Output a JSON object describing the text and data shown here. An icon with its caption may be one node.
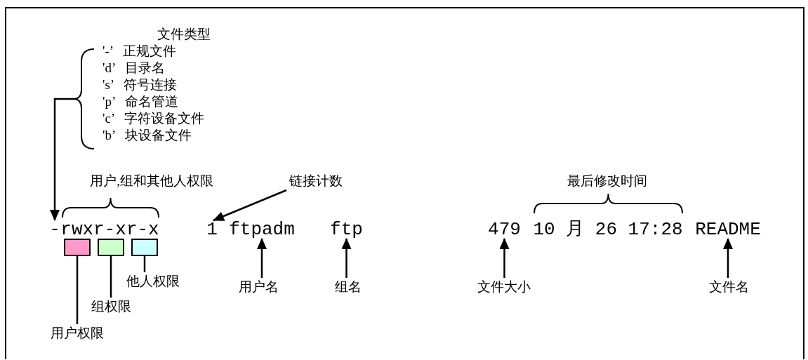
{
  "diagram": {
    "nodes": [
      {
        "text": [
          "文件类型",
          "'-’ 正规文件",
          "'d’ 目录名",
          "'s’ 符号连接",
          "'p’ 命名管道",
          "'c’ 字符设备文件",
          "'b’ 块设备文件"
        ]
      },
      {
        "text": [
          "-"
        ]
      },
      {
        "text": [
          "rwxr-xr-x"
        ]
      },
      {
        "text": [
          "1"
        ]
      },
      {
        "text": [
          "ftpadm"
        ]
      },
      {
        "text": [
          "ftp"
        ]
      },
      {
        "text": [
          "479"
        ]
      },
      {
        "text": [
          "10 月 26 17:28"
        ]
      },
      {
        "text": [
          "README"
        ]
      },
      {
        "text": [],
        "shape": "box"
      },
      {
        "text": [],
        "shape": "box"
      },
      {
        "text": [],
        "shape": "box"
      },
      {
        "text": [
          "用户权限"
        ]
      },
      {
        "text": [
          "组权限"
        ]
      },
      {
        "text": [
          "他人权限"
        ]
      },
      {
        "text": [
          "链接计数"
        ]
      },
      {
        "text": [
          "用户名"
        ]
      },
      {
        "text": [
          "组名"
        ]
      },
      {
        "text": [
          "文件大小"
        ]
      },
      {
        "text": [
          "文件名"
        ]
      }
    ],
    "edges": [
      {
        "from": 0,
        "to": 1,
        "arrow": "to"
      },
      {
        "from": 15,
        "to": 3,
        "arrow": "to"
      },
      {
        "from": 16,
        "to": 4,
        "arrow": "to"
      },
      {
        "from": 17,
        "to": 5,
        "arrow": "to"
      },
      {
        "from": 18,
        "to": 6,
        "arrow": "to"
      },
      {
        "from": 19,
        "to": 8,
        "arrow": "to"
      },
      {
        "from": 12,
        "to": 9,
        "arrow": "none"
      },
      {
        "from": 13,
        "to": 10,
        "arrow": "none"
      },
      {
        "from": 14,
        "to": 11,
        "arrow": "none"
      }
    ],
    "labels": [
      "用户,组和其他人权限",
      "最后修改时间"
    ]
  }
}
